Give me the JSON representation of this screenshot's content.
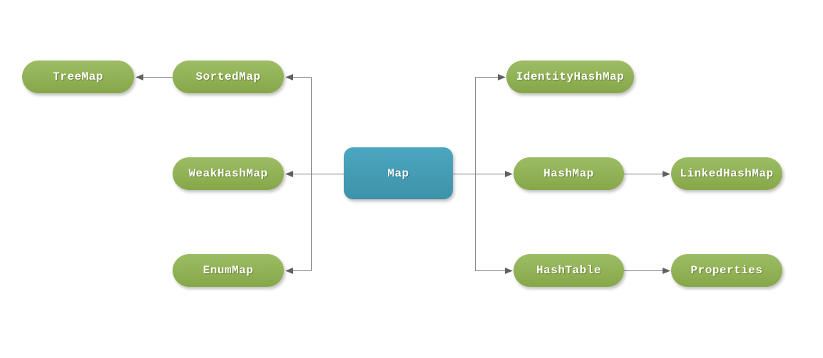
{
  "diagram": {
    "nodes": {
      "map": {
        "label": "Map",
        "role": "root"
      },
      "treemap": {
        "label": "TreeMap"
      },
      "sortedmap": {
        "label": "SortedMap"
      },
      "weakhashmap": {
        "label": "WeakHashMap"
      },
      "enummap": {
        "label": "EnumMap"
      },
      "identityhashmap": {
        "label": "IdentityHashMap"
      },
      "hashmap": {
        "label": "HashMap"
      },
      "linkedhashmap": {
        "label": "LinkedHashMap"
      },
      "hashtable": {
        "label": "HashTable"
      },
      "properties": {
        "label": "Properties"
      }
    },
    "edges": [
      {
        "from": "SortedMap",
        "to": "TreeMap"
      },
      {
        "from": "Map",
        "to": "SortedMap"
      },
      {
        "from": "Map",
        "to": "WeakHashMap"
      },
      {
        "from": "Map",
        "to": "EnumMap"
      },
      {
        "from": "Map",
        "to": "IdentityHashMap"
      },
      {
        "from": "Map",
        "to": "HashMap"
      },
      {
        "from": "Map",
        "to": "HashTable"
      },
      {
        "from": "HashMap",
        "to": "LinkedHashMap"
      },
      {
        "from": "HashTable",
        "to": "Properties"
      }
    ],
    "colors": {
      "node_green_top": "#9dbd64",
      "node_green_bottom": "#86a748",
      "node_blue_top": "#4ba7c0",
      "node_blue_bottom": "#3d92a9",
      "connector_line": "#7b7b7b",
      "arrowhead": "#606060",
      "label_text": "#ffffff",
      "background": "#ffffff"
    }
  }
}
